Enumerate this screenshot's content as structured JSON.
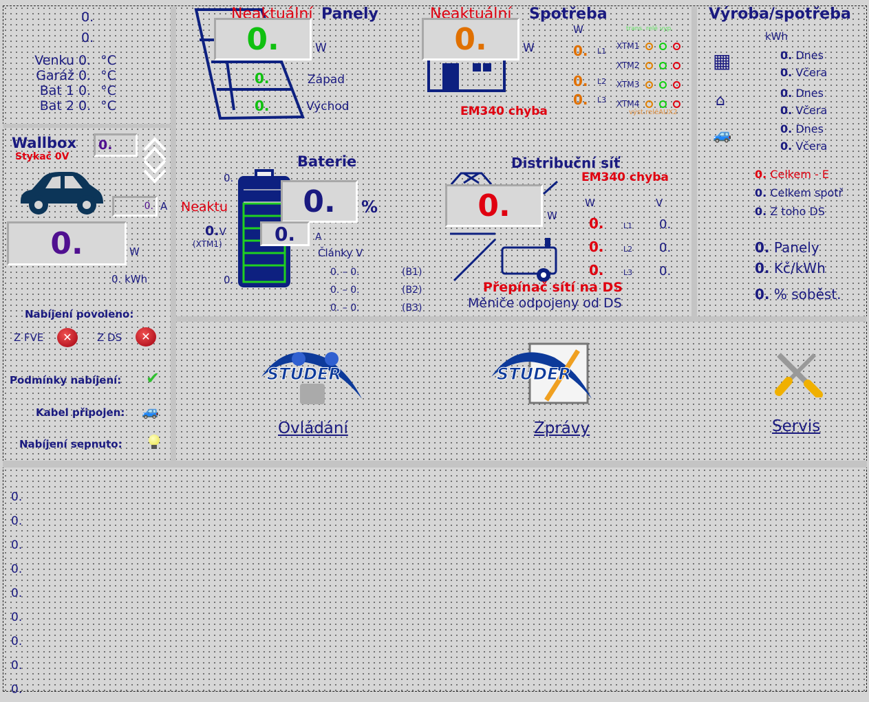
{
  "top_left": {
    "val1": "0.",
    "val2": "0.",
    "temps": [
      {
        "label": "Venku",
        "value": "0.",
        "unit": "°C"
      },
      {
        "label": "Garáž",
        "value": "0.",
        "unit": "°C"
      },
      {
        "label": "Bat 1",
        "value": "0.",
        "unit": "°C"
      },
      {
        "label": "Bat 2",
        "value": "0.",
        "unit": "°C"
      }
    ]
  },
  "panels": {
    "status": "Neaktuální",
    "title": "Panely",
    "power": "0.",
    "unit": "W",
    "west_value": "0.",
    "west_label": "Západ",
    "east_value": "0.",
    "east_label": "Východ"
  },
  "consumption": {
    "status": "Neaktuální",
    "title": "Spotřeba",
    "power": "0.",
    "unit": "W",
    "col_unit": "W",
    "phases": [
      {
        "value": "0.",
        "label": "L1"
      },
      {
        "value": "0.",
        "label": "L2"
      },
      {
        "value": "0.",
        "label": "L3"
      }
    ],
    "relay_header": "trans. relé vyp.",
    "xtm": [
      "XTM1",
      "XTM2",
      "XTM3",
      "XTM4"
    ],
    "relay_footer": "výst.reléAUX2",
    "error": "EM340 chyba"
  },
  "production": {
    "title": "Výroba/spotřeba",
    "unit": "kWh",
    "rows": [
      {
        "value": "0.",
        "label": "Dnes"
      },
      {
        "value": "0.",
        "label": "Včera"
      },
      {
        "value": "0.",
        "label": "Dnes"
      },
      {
        "value": "0.",
        "label": "Včera"
      },
      {
        "value": "0.",
        "label": "Dnes"
      },
      {
        "value": "0.",
        "label": "Včera"
      }
    ],
    "totals": [
      {
        "value": "0.",
        "label": "Celkem - E"
      },
      {
        "value": "0.",
        "label": "Celkem spotř"
      },
      {
        "value": "0.",
        "label": "Z toho DS"
      }
    ],
    "extras": [
      {
        "value": "0.",
        "label": "Panely"
      },
      {
        "value": "0.",
        "label": "Kč/kWh"
      },
      {
        "value": "0.",
        "label": "% soběst."
      }
    ]
  },
  "wallbox": {
    "title": "Wallbox",
    "contactor": "Stykač 0V",
    "setpoint": "0.",
    "current": "0.",
    "current_unit": "A",
    "power": "0.",
    "power_unit": "W",
    "energy": "0. kWh",
    "charging_allowed": "Nabíjení povoleno:",
    "from_pv": "Z FVE",
    "from_grid": "Z DS",
    "conditions": "Podmínky nabíjení:",
    "cable": "Kabel připojen:",
    "charging_on": "Nabíjení sepnuto:"
  },
  "battery": {
    "title": "Baterie",
    "status": "Neaktu",
    "max": "0.",
    "min": "0.",
    "soc": "0.",
    "soc_unit": "%",
    "current": "0.",
    "current_unit": "A",
    "voltage": "0.",
    "voltage_unit": "V",
    "voltage_source": "(XTM1)",
    "cells_label": "Články V",
    "cells": [
      {
        "range": "0. – 0.",
        "id": "(B1)"
      },
      {
        "range": "0. – 0.",
        "id": "(B2)"
      },
      {
        "range": "0. – 0.",
        "id": "(B3)"
      }
    ]
  },
  "grid": {
    "title": "Distribuční síť",
    "error": "EM340 chyba",
    "power": "0.",
    "unit": "W",
    "col_w": "W",
    "col_v": "V",
    "phases": [
      {
        "w": "0.",
        "label": "L1",
        "v": "0."
      },
      {
        "w": "0.",
        "label": "L2",
        "v": "0."
      },
      {
        "w": "0.",
        "label": "L3",
        "v": "0."
      }
    ],
    "switch_status": "Přepínač sítí na DS",
    "inverter_status": "Měniče odpojeny od DS"
  },
  "nav": {
    "control": "Ovládání",
    "messages": "Zprávy",
    "service": "Servis",
    "logo_text": "STUDER"
  },
  "log": [
    "0.",
    "0.",
    "0.",
    "0.",
    "0.",
    "0.",
    "0.",
    "0.",
    "0."
  ]
}
